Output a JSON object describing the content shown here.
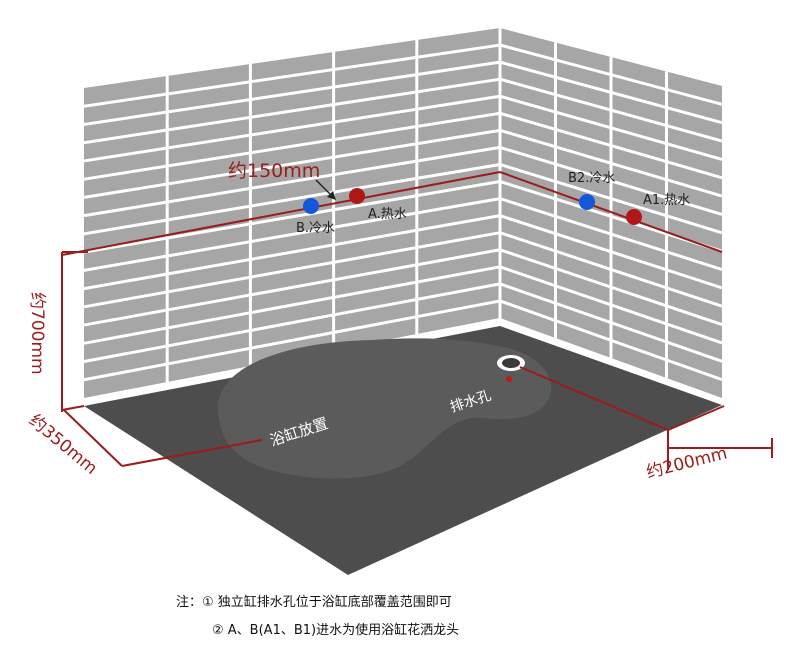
{
  "labels": {
    "dim_150": "约150mm",
    "dim_700": "约700mm",
    "dim_350": "约350mm",
    "dim_200": "约200mm",
    "b_cold": "B.冷水",
    "a_hot": "A.热水",
    "b2_cold": "B2.冷水",
    "a1_hot": "A1.热水",
    "tub_area": "浴缸放置",
    "drain_hole": "排水孔"
  },
  "notes": {
    "line1": "注：① 独立缸排水孔位于浴缸底部覆盖范围即可",
    "line2": "② A、B(A1、B1)进水为使用浴缸花洒龙头"
  },
  "colors": {
    "tile": "#a6a6a6",
    "grout": "#ffffff",
    "floor": "#4d4d4d",
    "tub_footprint": "#5b5b5b",
    "dim_line": "#9b1c1c",
    "cold_dot": "#1457d8",
    "hot_dot": "#b01818",
    "dark_text": "#222222",
    "white_text": "#ffffff"
  }
}
